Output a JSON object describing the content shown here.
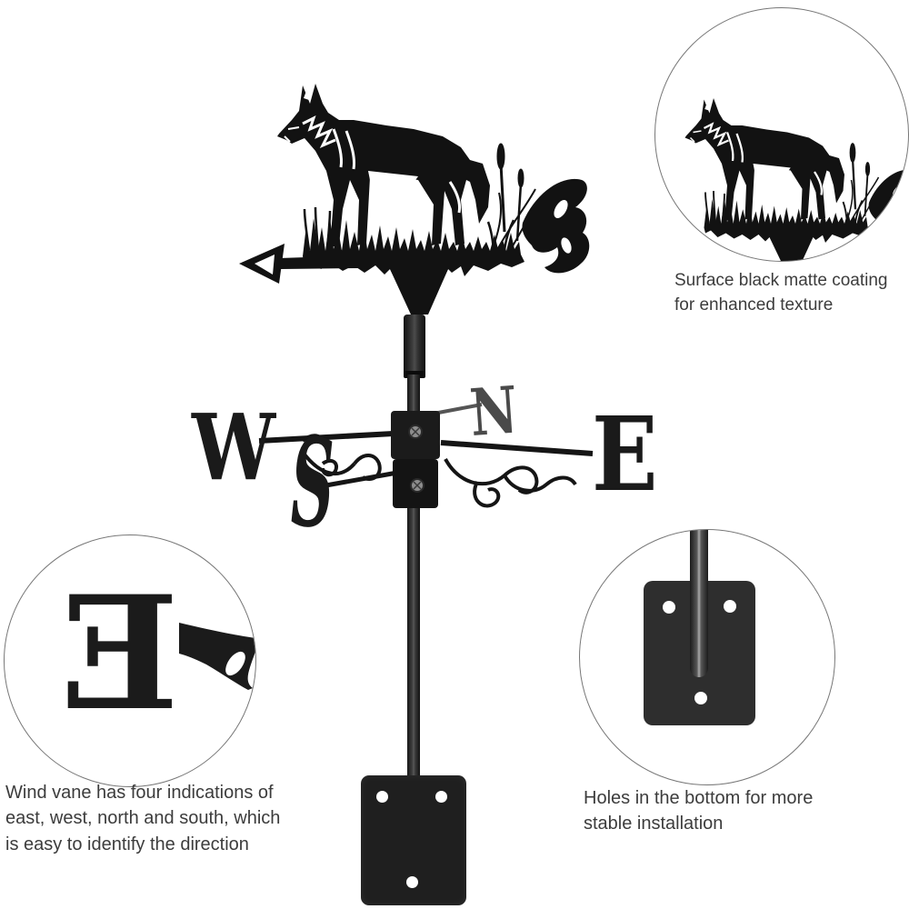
{
  "product": {
    "direction_letters": {
      "west": "W",
      "east": "E",
      "north": "N",
      "south": "S"
    },
    "detail_letter": "E"
  },
  "callouts": {
    "coating_caption": "Surface black matte coating\nfor enhanced texture",
    "direction_caption": "Wind vane has four indications of\neast, west, north and south, which\nis easy to identify the direction",
    "mounting_caption": "Holes in the bottom for more\nstable installation"
  },
  "colors": {
    "product_black": "#141414",
    "metal_gray": "#4a4a4a",
    "text": "#3c3c3c",
    "background": "#ffffff"
  }
}
